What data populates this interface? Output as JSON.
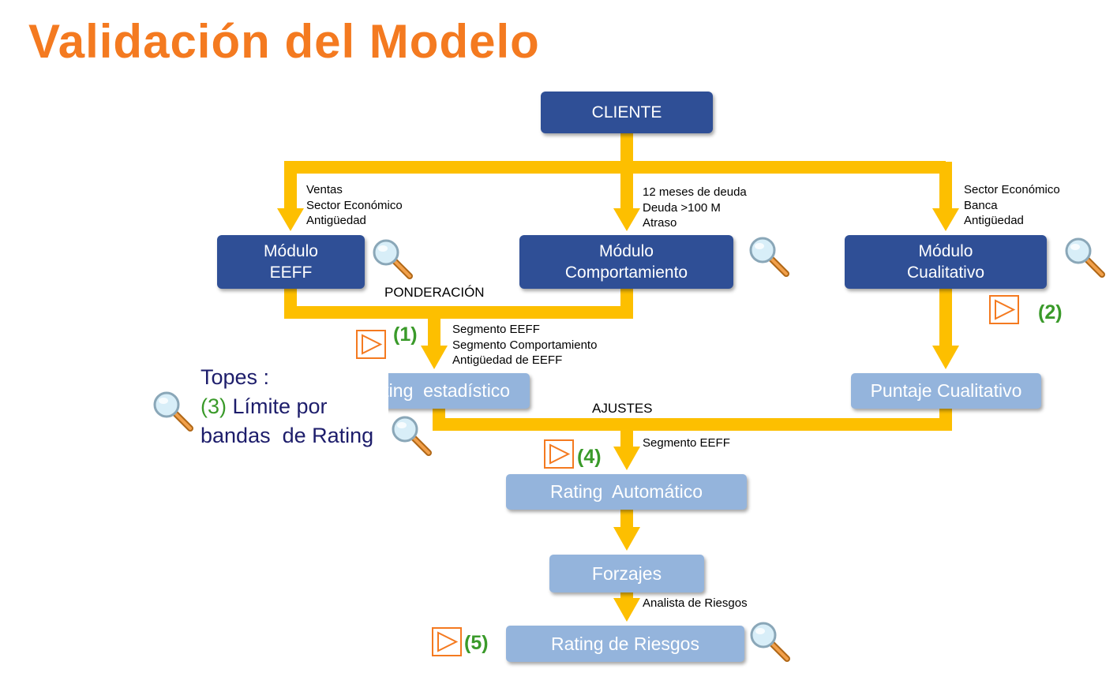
{
  "title": "Validación del Modelo",
  "nodes": {
    "cliente": "CLIENTE",
    "modulo_eeff": [
      "Módulo",
      "EEFF"
    ],
    "modulo_comportamiento": [
      "Módulo",
      "Comportamiento"
    ],
    "modulo_cualitativo": [
      "Módulo",
      "Cualitativo"
    ],
    "rating_estadistico": "Rating  estadístico",
    "puntaje_cualitativo": "Puntaje Cualitativo",
    "rating_automatico": "Rating  Automático",
    "forzajes": "Forzajes",
    "rating_riesgos": "Rating de Riesgos"
  },
  "inputs": {
    "eeff": [
      "Ventas",
      "Sector Económico",
      "Antigüedad"
    ],
    "comportamiento": [
      "12 meses de deuda",
      "Deuda >100 M",
      "Atraso"
    ],
    "cualitativo": [
      "Sector Económico",
      "Banca",
      "Antigüedad"
    ],
    "estadistico": [
      "Segmento EEFF",
      "Segmento Comportamiento",
      "Antigüedad de EEFF"
    ],
    "automatico": "Segmento EEFF",
    "riesgos": "Analista de Riesgos"
  },
  "labels": {
    "ponderacion": "PONDERACIÓN",
    "ajustes": "AJUSTES"
  },
  "markers": {
    "m1": "(1)",
    "m2": "(2)",
    "m3": "(3)",
    "m4": "(4)",
    "m5": "(5)"
  },
  "topes": {
    "line1": "Topes :",
    "line2_rest": " Límite por",
    "line3": "bandas  de Rating"
  },
  "colors": {
    "title": "#f47a20",
    "dark_box": "#2f4f96",
    "light_box": "#94b4dc",
    "arrow": "#fdbf00",
    "marker_number": "#3a9a2a",
    "topes_text": "#1d1d6b"
  }
}
